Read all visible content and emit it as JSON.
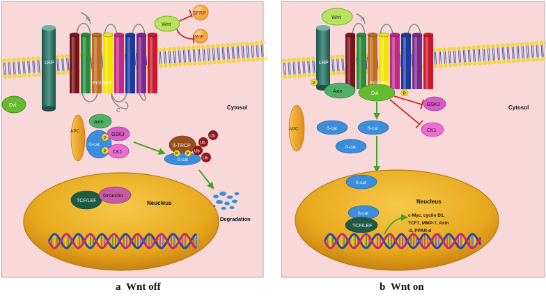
{
  "panel_a": {
    "caption_letter": "a",
    "caption_text": "Wnt off",
    "labels": {
      "lrp": "LRP",
      "frizzled": "Frizzled",
      "n": "N",
      "c": "C",
      "wnt": "Wnt",
      "sfrp": "SFRP",
      "wif": "WIF",
      "dvl": "Dvl",
      "cytosol": "Cytosol",
      "axin": "Axin",
      "apc": "APC",
      "gsk3": "GSK3",
      "bcat": "ß-cat",
      "ck1": "CK1",
      "p": "P",
      "btrcp": "ß-TRCP",
      "ub": "Ub",
      "degradation": "Degradation",
      "tcflef": "TCF/LEF",
      "groucho": "Groucho",
      "nucleus": "Neucleus"
    }
  },
  "panel_b": {
    "caption_letter": "b",
    "caption_text": "Wnt on",
    "labels": {
      "lrp": "LRP",
      "frizzled": "Frizzled",
      "n": "N",
      "wnt": "Wnt",
      "axin": "Axin",
      "dvl": "Dvl",
      "p": "P",
      "gsk3": "GSK3",
      "ck1": "CK1",
      "cytosol": "Cytosol",
      "apc": "APC",
      "bcat": "ß-cat",
      "nucleus": "Neucleus",
      "tcflef": "TCF/LEF",
      "targets": [
        "c-Myc, cyclin D1,",
        "TCF7, MMP-7, Axin",
        "-2, PPAR-d"
      ]
    }
  },
  "colors": {
    "panel_bg": "#f8d8d8",
    "membrane_head": "#f2d640",
    "membrane_tail": "#2a4aa0",
    "nucleus": "#e8ad1e",
    "lrp": "#2f6f63",
    "frizzled": [
      "#7a1418",
      "#2b8a3a",
      "#c06a22",
      "#f2e400",
      "#c2278a",
      "#1a3a9e",
      "#7b2a8c",
      "#c81a2c"
    ],
    "dvl": "#64bb2f",
    "wnt": "#b8e35c",
    "sfrp": "#f4a93c",
    "axin": "#4fb06a",
    "apc": "#f0a228",
    "gsk3": "#d85cc6",
    "ck1": "#ee6cd4",
    "bcat": "#3a8edc",
    "btrcp": "#9a4e1c",
    "ub": "#8e1818",
    "p": "#f2d23c",
    "tcflef": "#1e5a46",
    "groucho": "#c65aa8",
    "inhibit": "#cc1414",
    "activate": "#44a426"
  }
}
